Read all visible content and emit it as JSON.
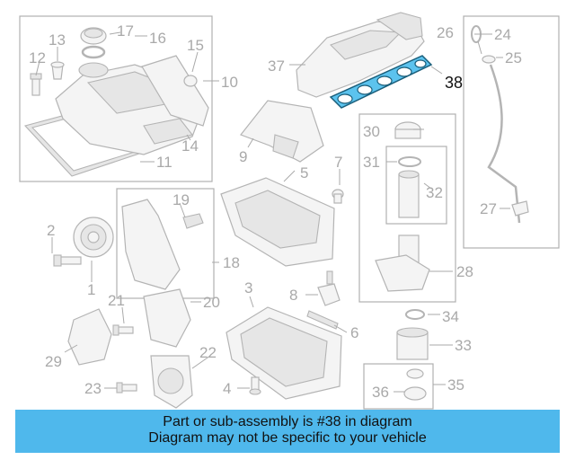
{
  "diagram": {
    "highlighted_part": "38",
    "labels": {
      "l1": "1",
      "l2": "2",
      "l3": "3",
      "l4": "4",
      "l5": "5",
      "l6": "6",
      "l7": "7",
      "l8": "8",
      "l9": "9",
      "l10": "10",
      "l11": "11",
      "l12": "12",
      "l13": "13",
      "l14": "14",
      "l15": "15",
      "l16": "16",
      "l17": "17",
      "l18": "18",
      "l19": "19",
      "l20": "20",
      "l21": "21",
      "l22": "22",
      "l23": "23",
      "l24": "24",
      "l25": "25",
      "l26": "26",
      "l27": "27",
      "l28": "28",
      "l29": "29",
      "l30": "30",
      "l31": "31",
      "l32": "32",
      "l33": "33",
      "l34": "34",
      "l35": "35",
      "l36": "36",
      "l37": "37",
      "l38": "38"
    }
  },
  "caption": {
    "line1": "Part or sub-assembly is #38 in diagram",
    "line2": "Diagram may not be specific to your vehicle"
  },
  "colors": {
    "caption_bg": "#4fb8ec",
    "highlight": "#5cc3ee",
    "part_line": "#b4b4b4",
    "label_gray": "#a9a9a9"
  }
}
